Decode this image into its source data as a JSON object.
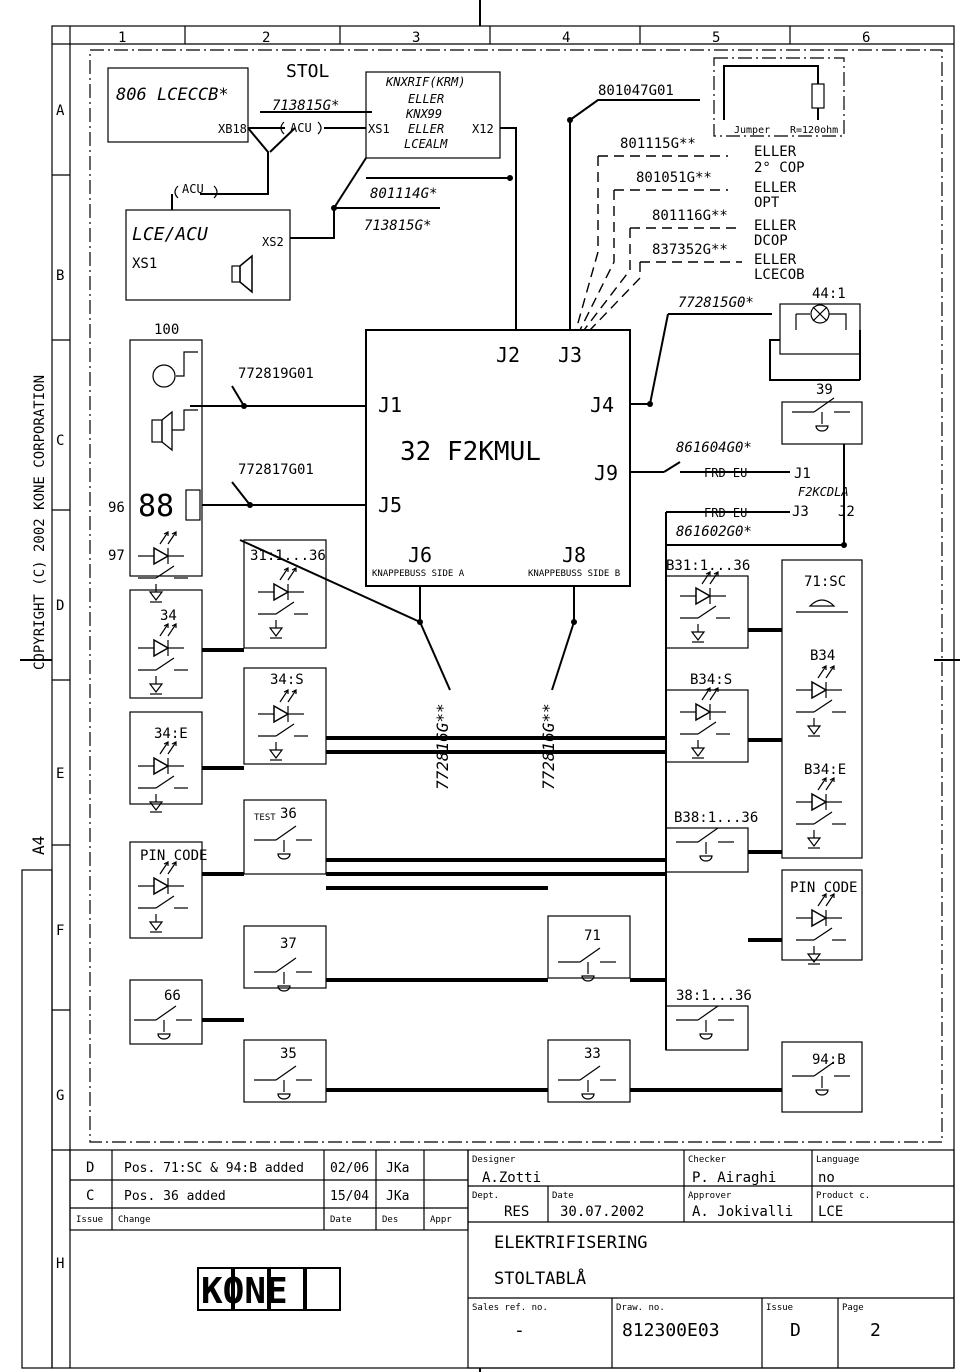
{
  "frame": {
    "columns": [
      "1",
      "2",
      "3",
      "4",
      "5",
      "6"
    ],
    "rows": [
      "A",
      "B",
      "C",
      "D",
      "E",
      "F",
      "G",
      "H"
    ],
    "copyright": "COPYRIGHT (C) 2002 KONE CORPORATION",
    "format": "A4"
  },
  "labels": {
    "lcecb": "806 LCECCB*",
    "stol": "STOL",
    "c713815_top": "713815G*",
    "xb18": "XB18",
    "acu1": "ACU",
    "knx_l1": "KNXRIF(KRM)",
    "knx_l2": "ELLER",
    "knx_l3": "KNX99",
    "knx_l4": "ELLER",
    "knx_l5": "LCEALM",
    "xs1_top": "XS1",
    "x12": "X12",
    "c801047": "801047G01",
    "c801115": "801115G**",
    "c801051": "801051G**",
    "c801116": "801116G**",
    "c837352": "837352G**",
    "jumper": "Jumper",
    "r120": "R=120ohm",
    "eller1": "ELLER",
    "cop2": "2° COP",
    "eller2": "ELLER",
    "opt": "OPT",
    "eller3": "ELLER",
    "dcop": "DCOP",
    "eller4": "ELLER",
    "lcecob": "LCECOB",
    "c801114": "801114G*",
    "acu2": "ACU",
    "lceacu": "LCE/ACU",
    "xs1_left": "XS1",
    "xs2": "XS2",
    "c713815_mid": "713815G*",
    "c772815": "772815G0*",
    "l44_1": "44:1",
    "l100": "100",
    "c772819": "772819G01",
    "j1": "J1",
    "j2": "J2",
    "j3": "J3",
    "j4": "J4",
    "f2kmul": "32 F2KMUL",
    "j9": "J9",
    "j5": "J5",
    "j6": "J6",
    "j8": "J8",
    "side_a": "KNAPPEBUSS SIDE A",
    "side_b": "KNAPPEBUSS SIDE B",
    "l39": "39",
    "c772817": "772817G01",
    "c861604": "861604G0*",
    "frd1": "FRD EU",
    "frd2": "FRD EU",
    "c861602": "861602G0*",
    "r_j1": "J1",
    "f2kcdla": "F2KCDLA",
    "r_j3": "J3",
    "r_j2": "J2",
    "l96": "96",
    "l97": "97",
    "seg": "88",
    "l31": "31:1...36",
    "lb31": "B31:1...36",
    "l71sc": "71:SC",
    "l34": "34",
    "lb34": "B34",
    "l34s": "34:S",
    "lb34s": "B34:S",
    "l34e": "34:E",
    "c772816a": "772816G**",
    "c772816b": "772816G**",
    "lb34e": "B34:E",
    "test": "TEST",
    "l36": "36",
    "lb38": "B38:1...36",
    "pin1": "PIN CODE",
    "pin2": "PIN CODE",
    "l37": "37",
    "l71": "71",
    "l66": "66",
    "l38": "38:1...36",
    "l35": "35",
    "l33": "33",
    "l94b": "94:B"
  },
  "revisions": [
    {
      "issue": "D",
      "change": "Pos. 71:SC & 94:B added",
      "date": "02/06",
      "des": "JKa"
    },
    {
      "issue": "C",
      "change": "Pos. 36 added",
      "date": "15/04",
      "des": "JKa"
    }
  ],
  "rev_headers": {
    "issue": "Issue",
    "change": "Change",
    "date": "Date",
    "des": "Des",
    "appr": "Appr"
  },
  "title_block": {
    "logo": "KONE",
    "designer_label": "Designer",
    "designer": "A.Zotti",
    "checker_label": "Checker",
    "checker": "P. Airaghi",
    "language_label": "Language",
    "language": "no",
    "dept_label": "Dept.",
    "dept": "RES",
    "date_label": "Date",
    "date": "30.07.2002",
    "approver_label": "Approver",
    "approver": "A. Jokivalli",
    "product_label": "Product c.",
    "product": "LCE",
    "title1": "ELEKTRIFISERING",
    "title2": "STOLTABLÅ",
    "sales_label": "Sales ref. no.",
    "sales": "-",
    "draw_label": "Draw. no.",
    "draw": "812300E03",
    "issue_label": "Issue",
    "issue": "D",
    "page_label": "Page",
    "page": "2"
  }
}
